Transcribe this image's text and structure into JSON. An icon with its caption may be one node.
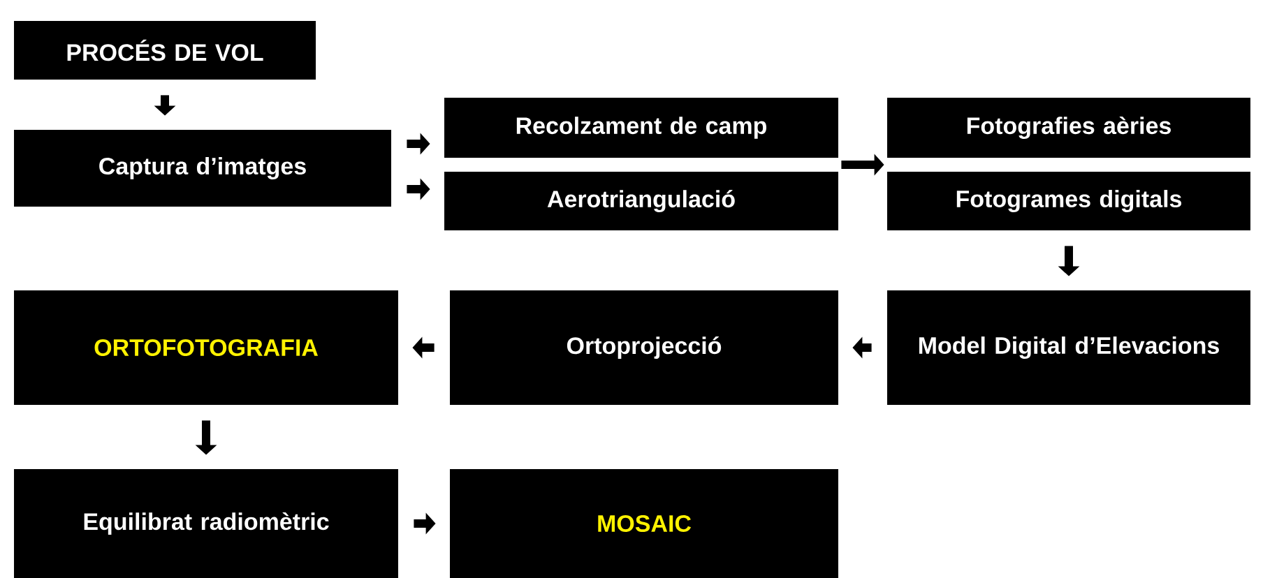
{
  "diagram": {
    "nodes": [
      {
        "text": [
          "PROCÉS DE VOL"
        ]
      },
      {
        "text": [
          "Captura d’imatges"
        ]
      },
      {
        "text": [
          "Recolzament de camp"
        ]
      },
      {
        "text": [
          "Aerotriangulació"
        ]
      },
      {
        "text": [
          "Fotografies aèries"
        ]
      },
      {
        "text": [
          "Fotogrames digitals"
        ]
      },
      {
        "text": [
          "Model Digital d’Elevacions"
        ]
      },
      {
        "text": [
          "Ortoprojecció"
        ]
      },
      {
        "text": [
          "ORTOFOTOGRAFIA"
        ]
      },
      {
        "text": [
          "Equilibrat radiomètric"
        ]
      },
      {
        "text": [
          "MOSAIC"
        ]
      }
    ],
    "edges": [
      {
        "from": 0,
        "to": 1,
        "arrow": "to"
      },
      {
        "from": 1,
        "to": 2,
        "arrow": "to"
      },
      {
        "from": 1,
        "to": 3,
        "arrow": "to"
      },
      {
        "from": 2,
        "to": 4,
        "arrow": "to"
      },
      {
        "from": 3,
        "to": 5,
        "arrow": "to"
      },
      {
        "from": 5,
        "to": 6,
        "arrow": "to"
      },
      {
        "from": 6,
        "to": 7,
        "arrow": "to"
      },
      {
        "from": 7,
        "to": 8,
        "arrow": "to"
      },
      {
        "from": 8,
        "to": 9,
        "arrow": "to"
      },
      {
        "from": 9,
        "to": 10,
        "arrow": "to"
      }
    ]
  }
}
